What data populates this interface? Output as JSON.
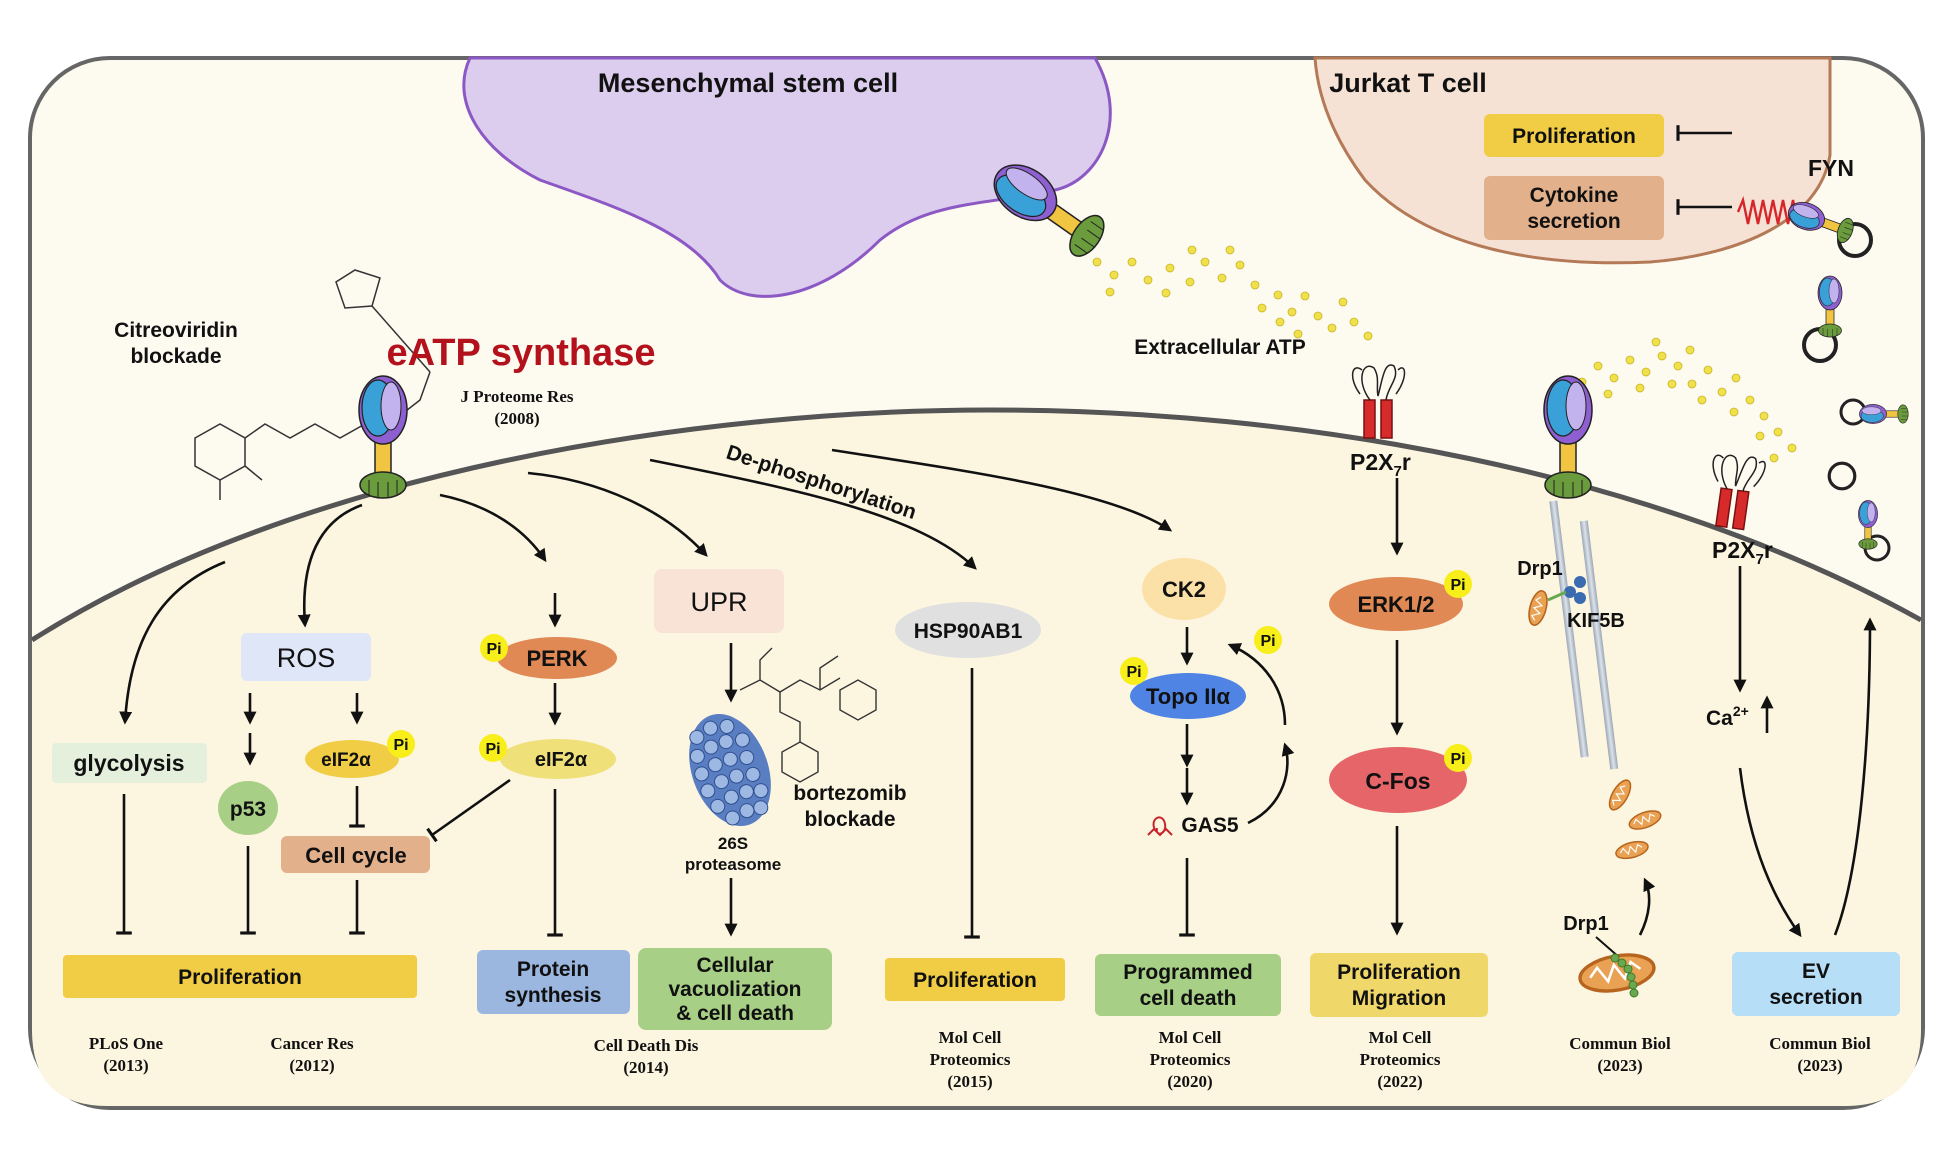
{
  "colors": {
    "outer_bg": "#fdfaf0",
    "cell_fill": "#fcf6e1",
    "membrane": "#555555",
    "msc_fill": "#dccdee",
    "msc_stroke": "#8b58c4",
    "jurkat_fill": "#f6e2d5",
    "jurkat_stroke": "#b47a58",
    "title_red": "#b3121d",
    "yellow_box": "#f0cd45",
    "orange_box": "#e2b08a",
    "green_box": "#a8cf86",
    "blue_box": "#9cb7df",
    "light_blue_box": "#b6def7",
    "pi_yellow": "#f8ee1a",
    "atp_dot": "#f0e14a"
  },
  "labels": {
    "msc": "Mesenchymal stem cell",
    "jurkat": "Jurkat T cell",
    "jurkat_prolif": "Proliferation",
    "cytokine_1": "Cytokine",
    "cytokine_2": "secretion",
    "fyn": "FYN",
    "extracellular_atp": "Extracellular ATP",
    "citreo_1": "Citreoviridin",
    "citreo_2": "blockade",
    "eatp": "eATP synthase",
    "ref_top_1": "J Proteome Res",
    "ref_top_2": "(2008)",
    "dephos": "De-phosphorylation",
    "p2x7r_main": "P2X",
    "p2x7r_sub": "7",
    "p2x7r_end": "r",
    "pi": "Pi",
    "glycolysis": "glycolysis",
    "ros": "ROS",
    "p53": "p53",
    "eif2a": "eIF2α",
    "perk": "PERK",
    "cell_cycle": "Cell cycle",
    "proliferation": "Proliferation",
    "protein_1": "Protein",
    "protein_2": "synthesis",
    "upr": "UPR",
    "proteasome_1": "26S",
    "proteasome_2": "proteasome",
    "bortez_1": "bortezomib",
    "bortez_2": "blockade",
    "vacuol_1": "Cellular",
    "vacuol_2": "vacuolization",
    "vacuol_3": "& cell death",
    "hsp": "HSP90AB1",
    "ck2": "CK2",
    "topo": "Topo IIα",
    "gas5": "GAS5",
    "pcd_1": "Programmed",
    "pcd_2": "cell death",
    "erk": "ERK1/2",
    "cfos": "C-Fos",
    "migration": "Migration",
    "drp1": "Drp1",
    "kif5b": "KIF5B",
    "ca_main": "Ca",
    "ca_sup": "2+",
    "ev_1": "EV",
    "ev_2": "secretion"
  },
  "references": {
    "plos_1": "PLoS One",
    "plos_2": "(2013)",
    "cancer_1": "Cancer Res",
    "cancer_2": "(2012)",
    "death_1": "Cell Death Dis",
    "death_2": "(2014)",
    "mcp15_1": "Mol Cell",
    "mcp15_2": "Proteomics",
    "mcp15_3": "(2015)",
    "mcp20_1": "Mol Cell",
    "mcp20_2": "Proteomics",
    "mcp20_3": "(2020)",
    "mcp22_1": "Mol Cell",
    "mcp22_2": "Proteomics",
    "mcp22_3": "(2022)",
    "cb1_1": "Commun Biol",
    "cb1_2": "(2023)",
    "cb2_1": "Commun Biol",
    "cb2_2": "(2023)"
  }
}
